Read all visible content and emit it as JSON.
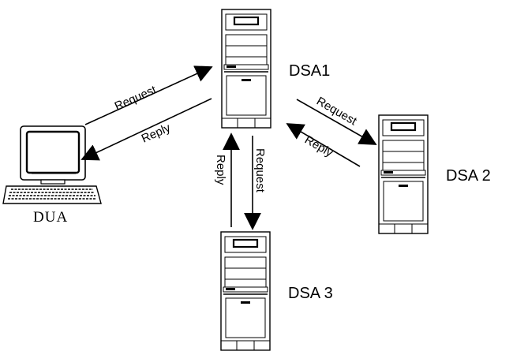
{
  "nodes": {
    "dua": {
      "label": "DUA"
    },
    "dsa1": {
      "label": "DSA1"
    },
    "dsa2": {
      "label": "DSA 2"
    },
    "dsa3": {
      "label": "DSA 3"
    }
  },
  "edges": {
    "dua_dsa1_request": {
      "label": "Request"
    },
    "dsa1_dua_reply": {
      "label": "Reply"
    },
    "dsa1_dsa2_request": {
      "label": "Request"
    },
    "dsa2_dsa1_reply": {
      "label": "Reply"
    },
    "dsa1_dsa3_request": {
      "label": "Request"
    },
    "dsa3_dsa1_reply": {
      "label": "Reply"
    }
  },
  "colors": {
    "line": "#000000",
    "tower_fill": "#ffffff",
    "screen": "#ffffff"
  }
}
